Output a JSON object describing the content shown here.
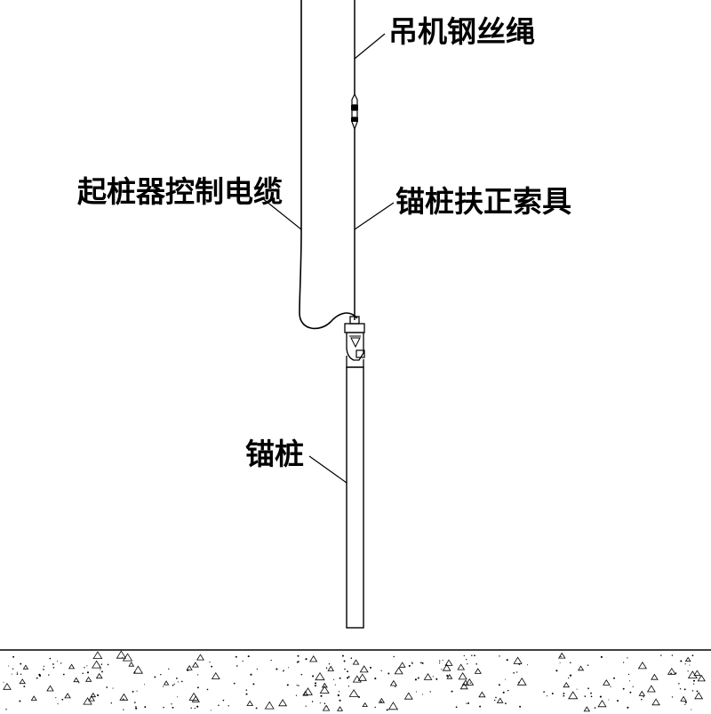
{
  "labels": {
    "crane_wire_rope": "吊机钢丝绳",
    "pile_lifter_control_cable": "起桩器控制电缆",
    "anchor_pile_righting_rigging": "锚桩扶正索具",
    "anchor_pile": "锚桩"
  },
  "colors": {
    "line": "#000000",
    "background": "#ffffff"
  }
}
